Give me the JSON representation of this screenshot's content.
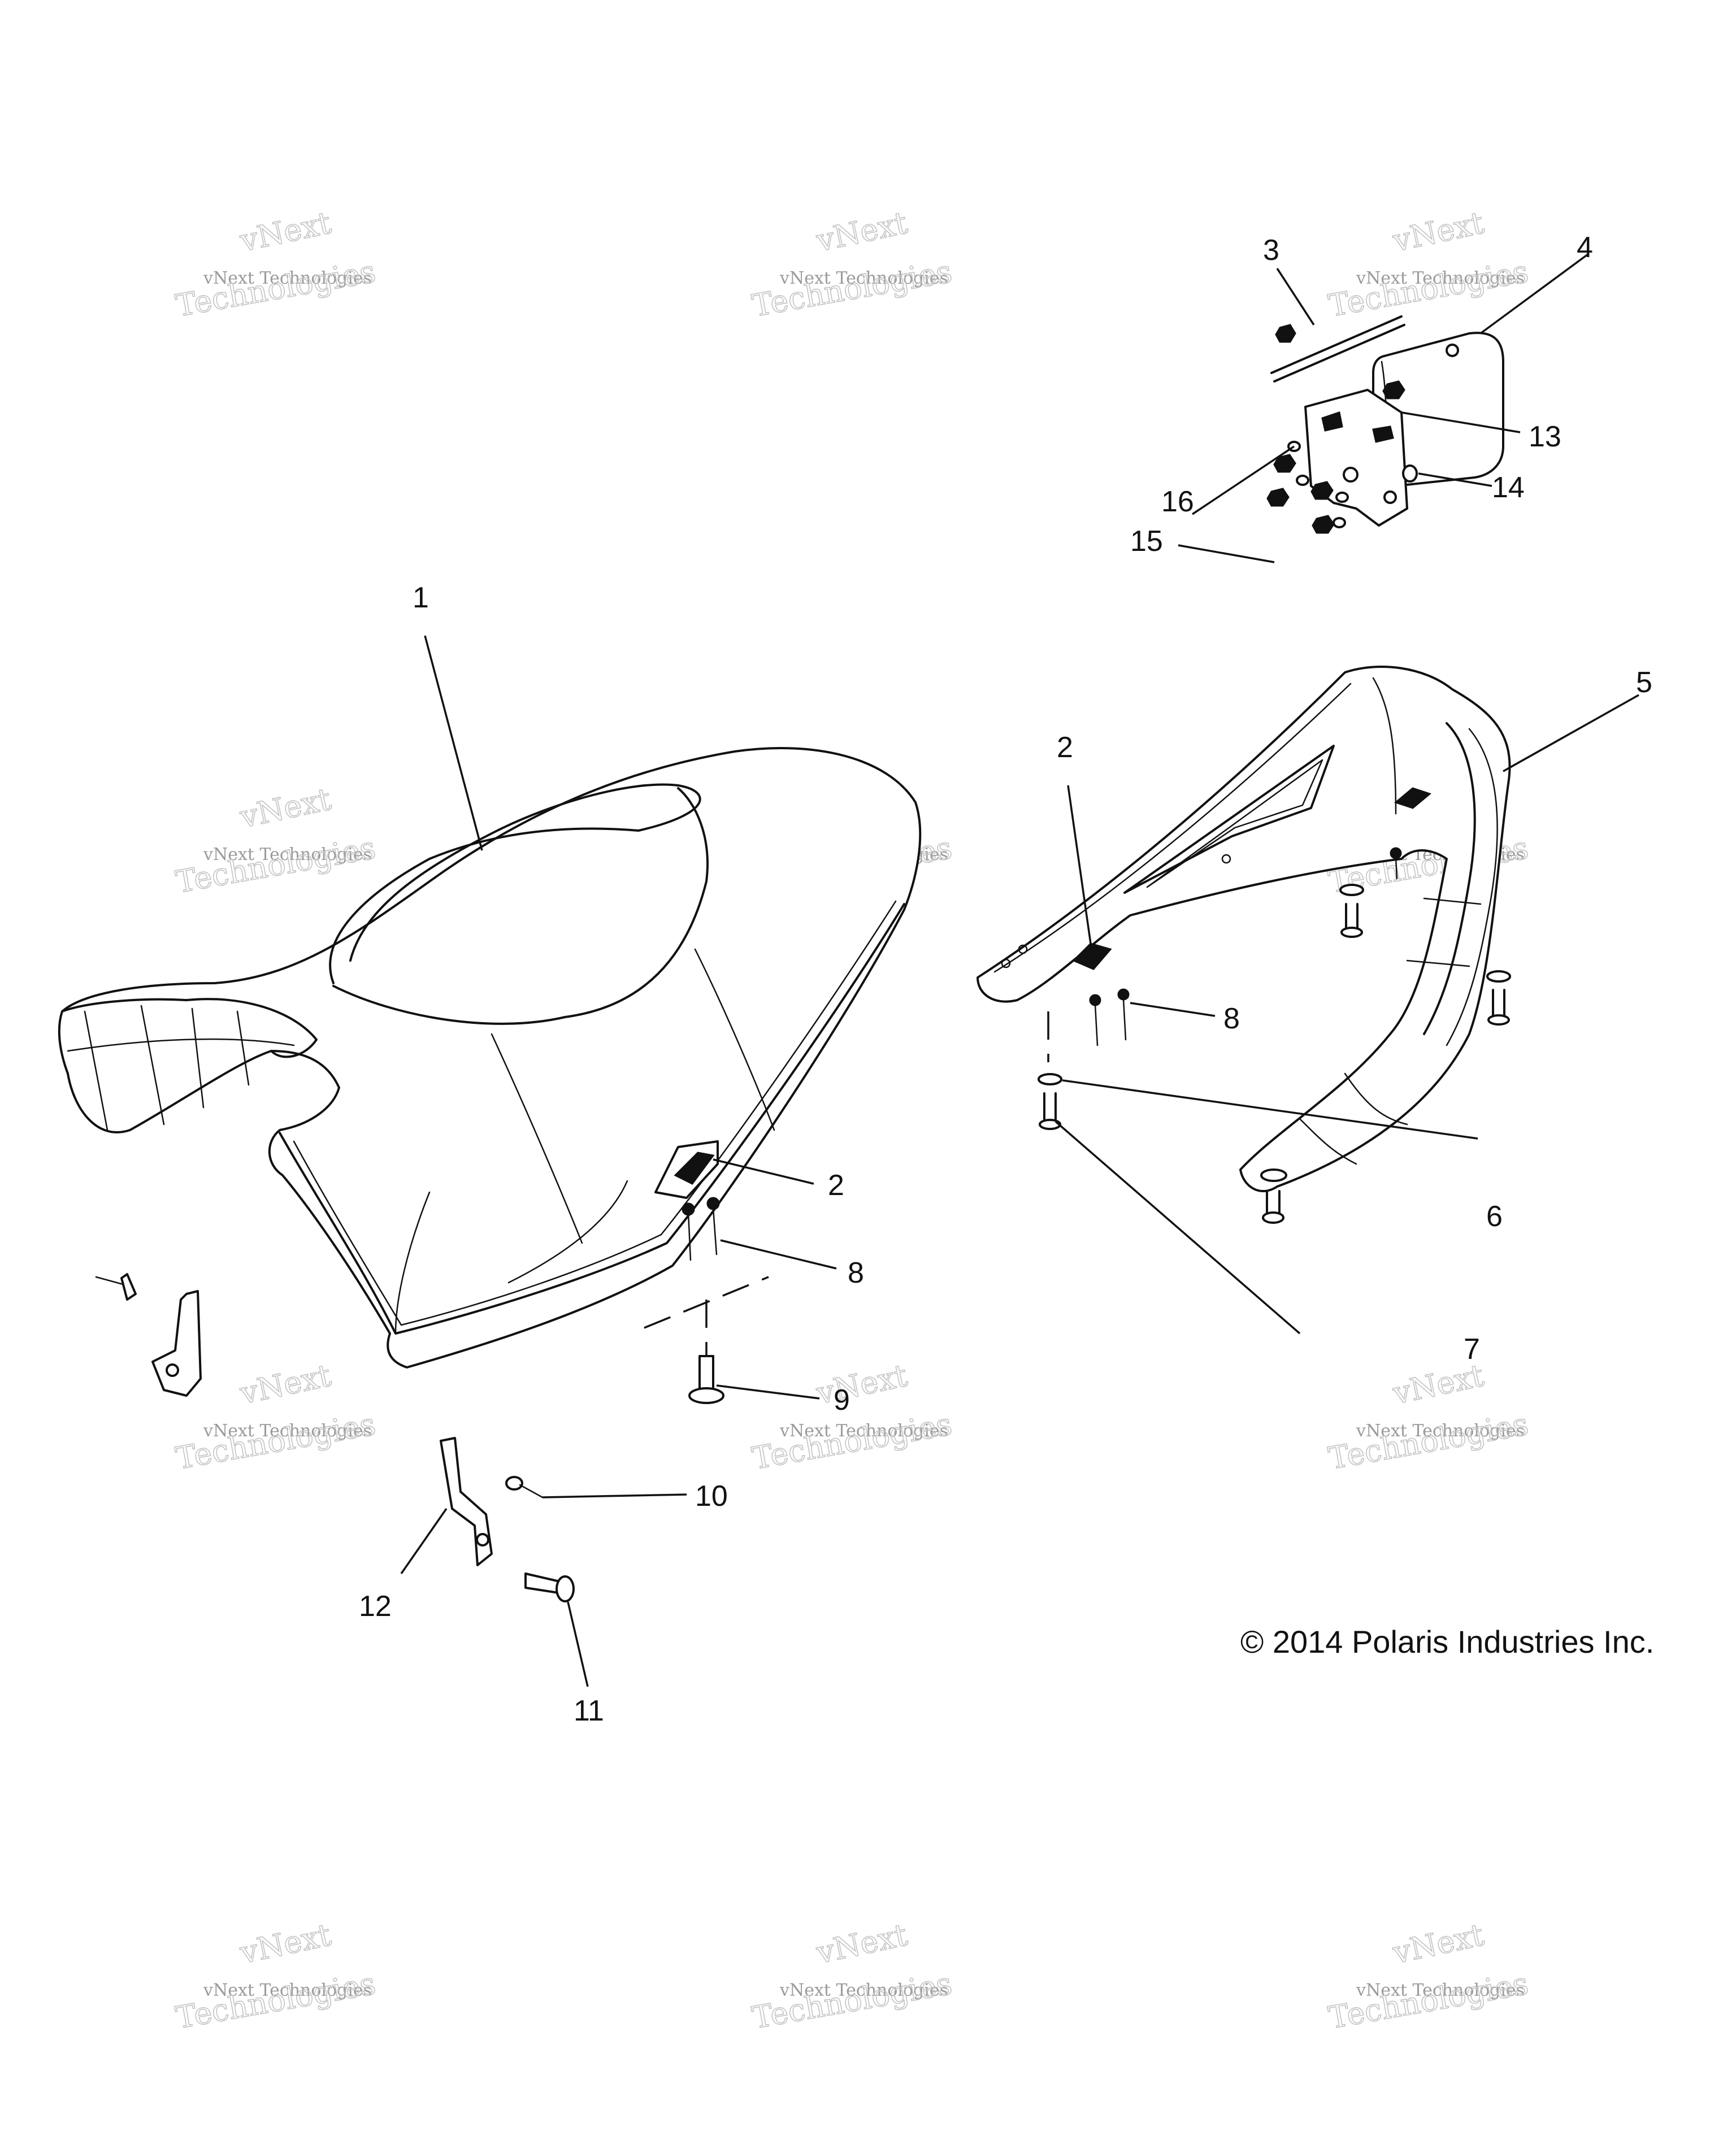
{
  "watermark": {
    "brand_top": "vNext",
    "line_small": "vNext Technologies",
    "line_big": "Technologies"
  },
  "copyright": "© 2014 Polaris Industries Inc.",
  "callouts": [
    {
      "id": "c1",
      "label": "1"
    },
    {
      "id": "c2a",
      "label": "2"
    },
    {
      "id": "c2b",
      "label": "2"
    },
    {
      "id": "c3",
      "label": "3"
    },
    {
      "id": "c4",
      "label": "4"
    },
    {
      "id": "c5",
      "label": "5"
    },
    {
      "id": "c6",
      "label": "6"
    },
    {
      "id": "c7",
      "label": "7"
    },
    {
      "id": "c8a",
      "label": "8"
    },
    {
      "id": "c8b",
      "label": "8"
    },
    {
      "id": "c9",
      "label": "9"
    },
    {
      "id": "c10",
      "label": "10"
    },
    {
      "id": "c11",
      "label": "11"
    },
    {
      "id": "c12",
      "label": "12"
    },
    {
      "id": "c13",
      "label": "13"
    },
    {
      "id": "c14",
      "label": "14"
    },
    {
      "id": "c15",
      "label": "15"
    },
    {
      "id": "c16",
      "label": "16"
    }
  ]
}
